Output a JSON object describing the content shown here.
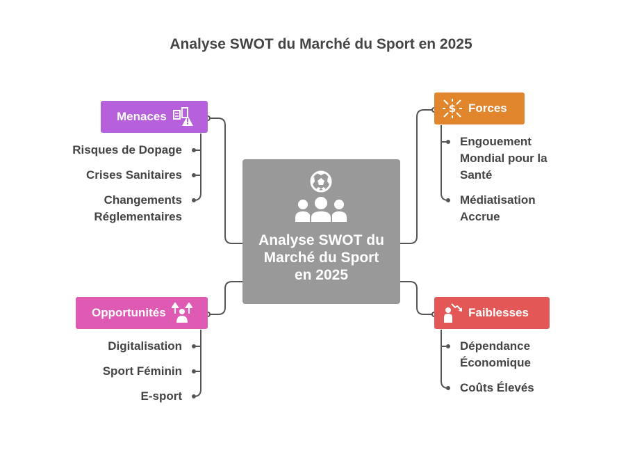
{
  "title": "Analyse SWOT du Marché du Sport en 2025",
  "center": {
    "label": "Analyse SWOT du\nMarché du Sport\nen 2025",
    "icons": [
      "soccer-ball-icon",
      "people-group-icon"
    ]
  },
  "menaces": {
    "label": "Menaces",
    "icon": "regulation-warning-icon",
    "color": "#b660dc",
    "items": [
      "Risques de Dopage",
      "Crises Sanitaires",
      "Changements\nRéglementaires"
    ]
  },
  "forces": {
    "label": "Forces",
    "icon": "money-network-icon",
    "color": "#e2862e",
    "items": [
      "Engouement\nMondial pour la\nSanté",
      "Médiatisation\nAccrue"
    ]
  },
  "opportunites": {
    "label": "Opportunités",
    "icon": "growth-arrows-icon",
    "color": "#df5bb3",
    "items": [
      "Digitalisation",
      "Sport Féminin",
      "E-sport"
    ]
  },
  "faiblesses": {
    "label": "Faiblesses",
    "icon": "person-decline-icon",
    "color": "#e45757",
    "items": [
      "Dépendance\nÉconomique",
      "Coûts Élevés"
    ]
  }
}
